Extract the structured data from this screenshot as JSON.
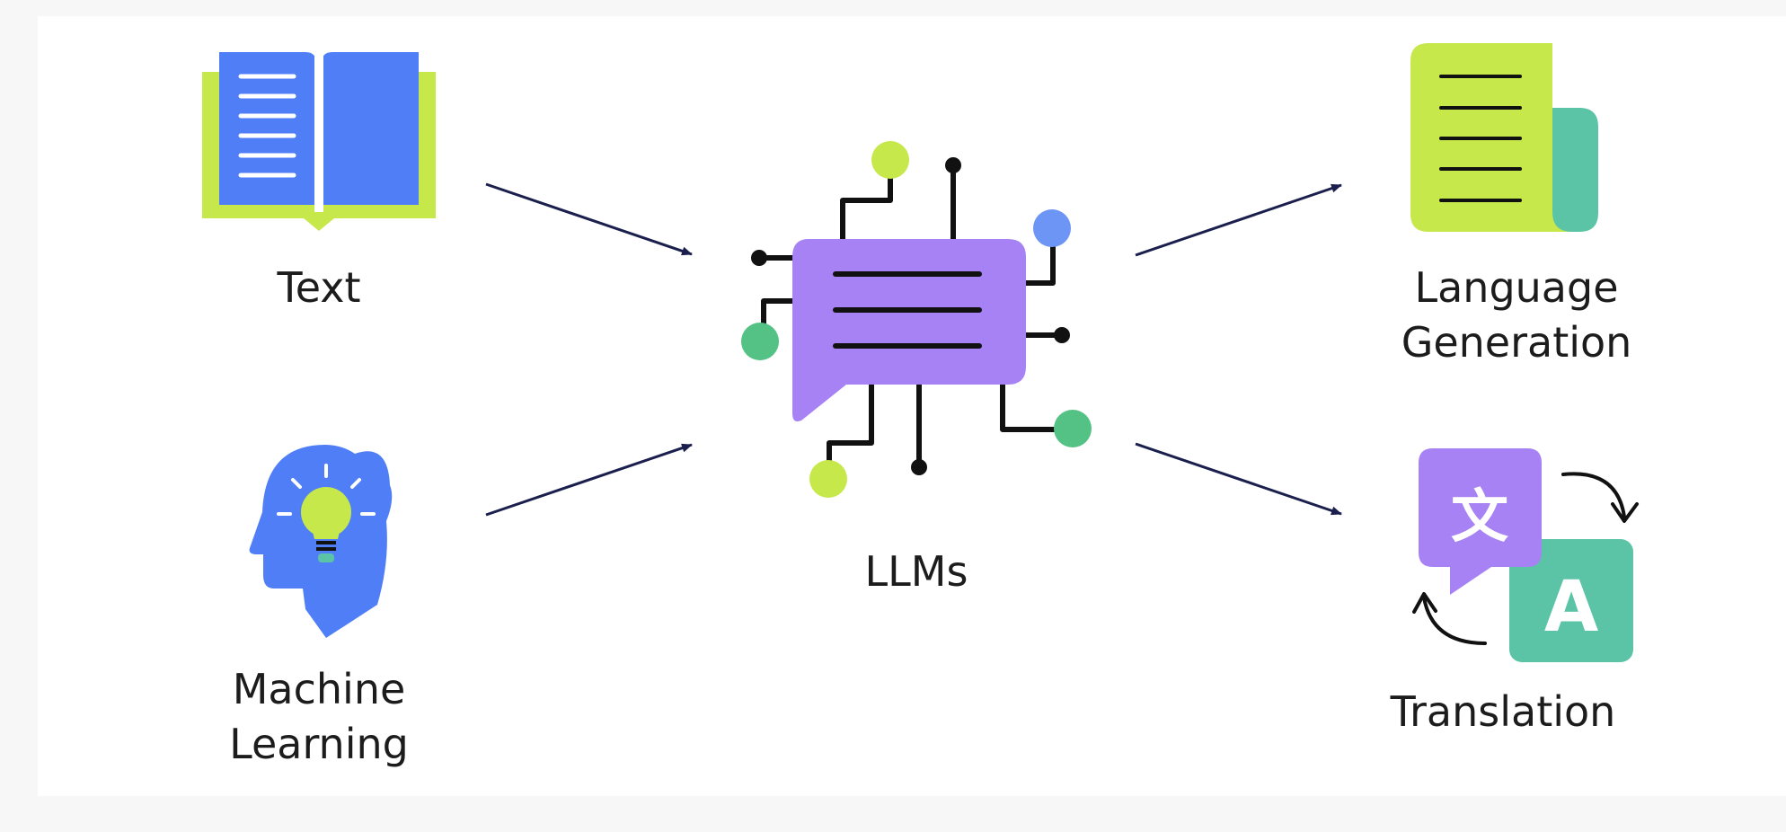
{
  "nodes": {
    "text": {
      "label": "Text",
      "icon": "open-book-icon"
    },
    "machine_learning": {
      "label": "Machine\nLearning",
      "icon": "head-lightbulb-icon"
    },
    "llms": {
      "label": "LLMs",
      "icon": "chat-circuit-icon"
    },
    "language_generation": {
      "label": "Language\nGeneration",
      "icon": "document-icon"
    },
    "translation": {
      "label": "Translation",
      "icon": "translate-icon"
    }
  },
  "translation_glyphs": {
    "source": "文",
    "target": "A"
  },
  "edges": [
    {
      "from": "text",
      "to": "llms"
    },
    {
      "from": "machine_learning",
      "to": "llms"
    },
    {
      "from": "llms",
      "to": "language_generation"
    },
    {
      "from": "llms",
      "to": "translation"
    }
  ],
  "colors": {
    "blue": "#4f7ef7",
    "lime": "#c6e84a",
    "purple": "#a782f5",
    "teal": "#5bc4a6",
    "green": "#54c285",
    "light_blue": "#6d95f5",
    "arrow": "#1b1f4d",
    "line": "#111111"
  }
}
